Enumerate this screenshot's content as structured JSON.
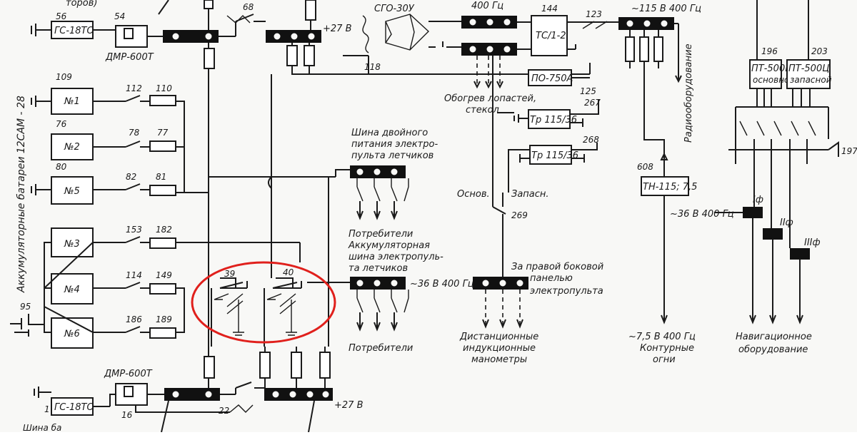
{
  "diagram": {
    "labels": {
      "top_fragment": "торов)",
      "gs18to_top": "ГС-18ТО",
      "gs18to_bottom": "ГС-18ТО",
      "dmr_top": "ДМР-600Т",
      "dmr_bottom": "ДМР-600Т",
      "n56": "56",
      "n54": "54",
      "n68": "68",
      "n1": "1",
      "n16": "16",
      "n22": "22",
      "plus27_top": "+27 В",
      "plus27_bottom": "+27 В",
      "sgo": "СГО-30У",
      "hz400_top": "400 Гц",
      "n144": "144",
      "ts12": "ТС/1-2",
      "n123": "123",
      "v115": "~115 В 400 Гц",
      "n118": "118",
      "po750": "ПО-750А",
      "n125": "125",
      "side_batteries": "Аккумуляторные батареи 12САМ - 28",
      "n109": "109",
      "n76": "76",
      "n80": "80",
      "n112": "112",
      "n110": "110",
      "n78": "78",
      "n77": "77",
      "n82": "82",
      "n81": "81",
      "n153": "153",
      "n182": "182",
      "n114": "114",
      "n149": "149",
      "n186": "186",
      "n189": "189",
      "n95": "95",
      "bat1": "№1",
      "bat2": "№2",
      "bat5": "№5",
      "bat3": "№3",
      "bat4": "№4",
      "bat6": "№6",
      "heat1": "Обогрев лопастей,",
      "heat2": "стекол",
      "n267": "267",
      "tr1": "Тр 115/36",
      "n268": "268",
      "tr2": "Тр 115/36",
      "radio": "Радиооборудование",
      "bus2_1": "Шина двойного",
      "bus2_2": "питания электро-",
      "bus2_3": "пульта летчиков",
      "osnov": "Основ.",
      "zapasn": "Запасн.",
      "n269": "269",
      "n608": "608",
      "tn115": "ТН-115; 7,5",
      "v36_right": "~36 В 400 Гц",
      "n196": "196",
      "n203": "203",
      "pt_main_1": "ПТ-500Ц",
      "pt_main_2": "основной",
      "pt_res_1": "ПТ-500Ц",
      "pt_res_2": "запасной",
      "n197": "197",
      "phase1": "Iф",
      "phase2": "IIф",
      "phase3": "IIIф",
      "consumers1": "Потребители",
      "accbus1": "Аккумуляторная",
      "accbus2": "шина электропуль-",
      "accbus3": "та летчиков",
      "n39": "39",
      "n40": "40",
      "v36_mid": "~36 В 400 Гц",
      "panel1": "За правой боковой",
      "panel2": "панелью",
      "panel3": "электропульта",
      "consumers2": "Потребители",
      "dist1": "Дистанционные",
      "dist2": "индукционные",
      "dist3": "манометры",
      "contour1": "~7,5 В 400 Гц",
      "contour2": "Контурные",
      "contour3": "огни",
      "nav1": "Навигационное",
      "nav2": "оборудование",
      "bottom_fragment": "Шина ба"
    },
    "highlight_color": "#e0201c",
    "ink_color": "#1a1a1a"
  }
}
